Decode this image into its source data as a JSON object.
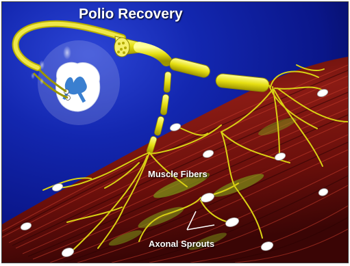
{
  "diagram": {
    "title": "Polio Recovery",
    "labels": {
      "muscle_fibers": "Muscle Fibers",
      "axonal_sprouts": "Axonal Sprouts"
    },
    "colors": {
      "background": "#0d1b8c",
      "nerve": "#e8e21a",
      "muscle": "#7a1410",
      "sprout_zone": "#7d9a18",
      "spinal_cord_stain": "#3a7fd0",
      "text": "#ffffff"
    }
  }
}
